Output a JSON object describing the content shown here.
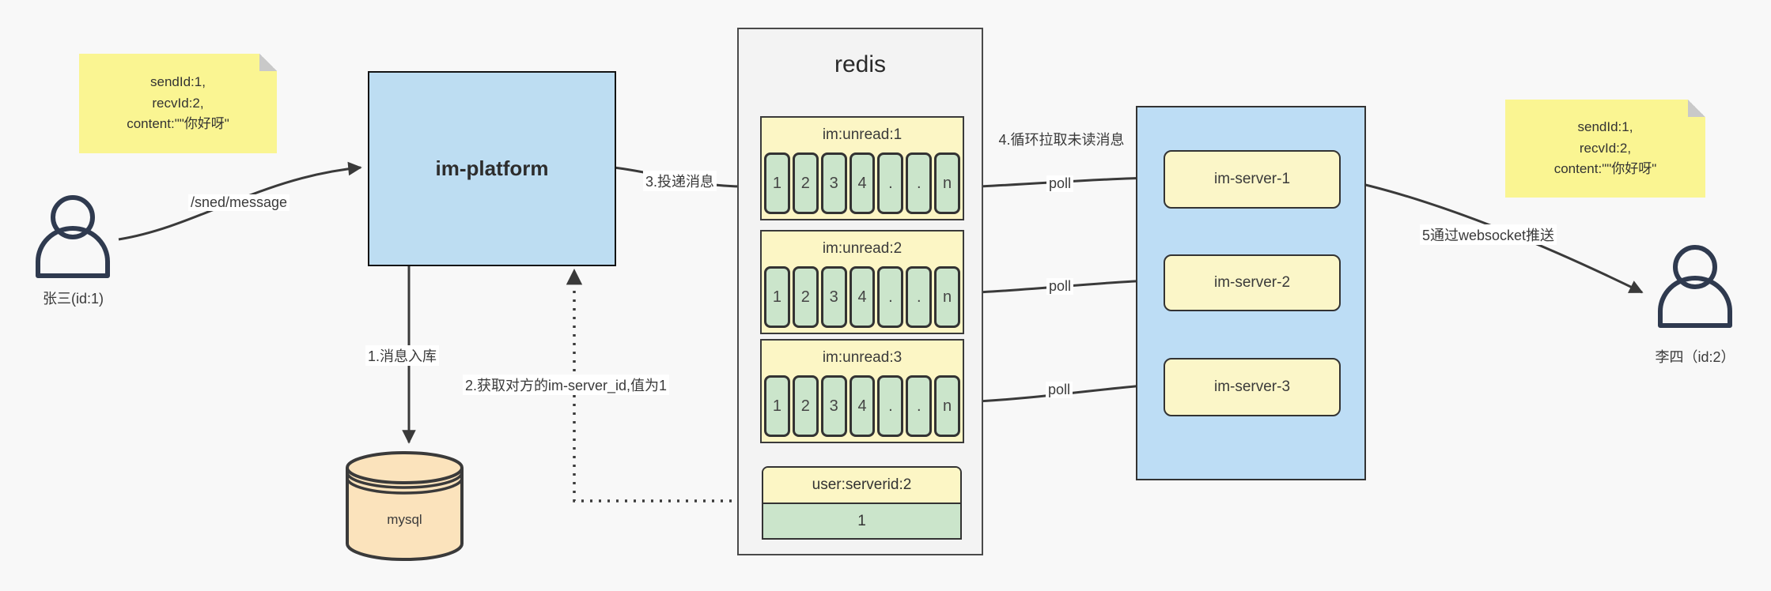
{
  "notes": {
    "left": {
      "lines": [
        "sendId:1,",
        "recvId:2,",
        "content:\"\"你好呀\""
      ]
    },
    "right": {
      "lines": [
        "sendId:1,",
        "recvId:2,",
        "content:\"\"你好呀\""
      ]
    }
  },
  "actors": {
    "sender": {
      "label": "张三(id:1)"
    },
    "receiver": {
      "label": "李四（id:2）"
    }
  },
  "platform": {
    "label": "im-platform"
  },
  "database": {
    "label": "mysql"
  },
  "redis": {
    "title": "redis",
    "queues": [
      {
        "header": "im:unread:1",
        "cells": [
          "1",
          "2",
          "3",
          "4",
          ".",
          ".",
          "n"
        ]
      },
      {
        "header": "im:unread:2",
        "cells": [
          "1",
          "2",
          "3",
          "4",
          ".",
          ".",
          "n"
        ]
      },
      {
        "header": "im:unread:3",
        "cells": [
          "1",
          "2",
          "3",
          "4",
          ".",
          ".",
          "n"
        ]
      }
    ],
    "kv": {
      "header": "user:serverid:2",
      "value": "1"
    }
  },
  "servers": {
    "items": [
      {
        "label": "im-server-1"
      },
      {
        "label": "im-server-2"
      },
      {
        "label": "im-server-3"
      }
    ]
  },
  "edges": {
    "send": "/sned/message",
    "step1": "1.消息入库",
    "step2": "2.获取对方的im-server_id,值为1",
    "step3": "3.投递消息",
    "step4": "4.循环拉取未读消息",
    "step5": "5通过websocket推送",
    "poll": "poll"
  },
  "colors": {
    "sticky_note": "#faf592",
    "platform_blue": "#bdddf2",
    "servers_blue": "#bdddf5",
    "server_yellow": "#fbf6c8",
    "queue_yellow": "#fcf6c5",
    "cell_green": "#cbe5cb",
    "database_tan": "#fbe3bc",
    "redis_gray": "#f3f3f3",
    "arrow": "#3a3a3a"
  }
}
